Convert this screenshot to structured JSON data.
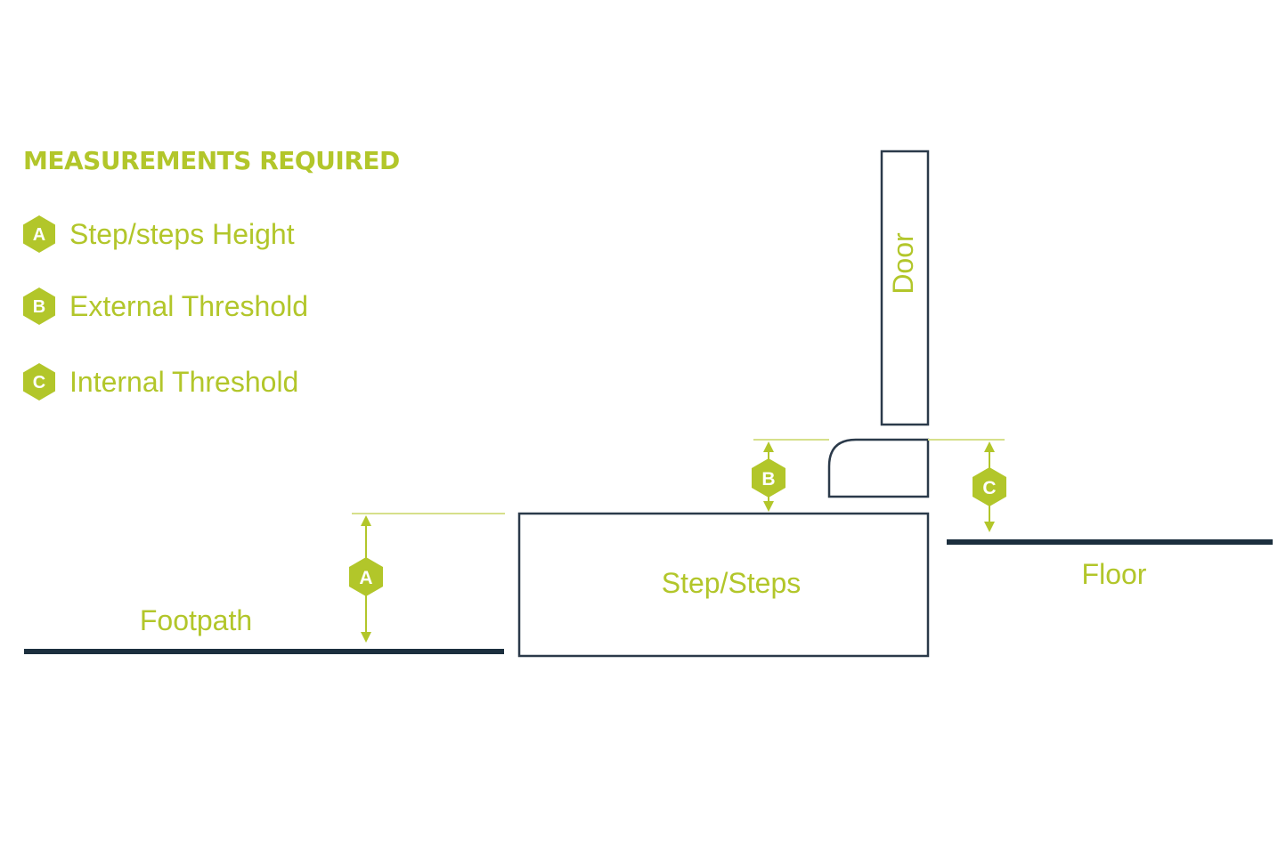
{
  "legend": {
    "title": "MEASUREMENTS REQUIRED",
    "items": [
      {
        "badge": "A",
        "label": "Step/steps Height"
      },
      {
        "badge": "B",
        "label": "External Threshold"
      },
      {
        "badge": "C",
        "label": "Internal Threshold"
      }
    ]
  },
  "diagram": {
    "door": "Door",
    "step": "Step/Steps",
    "floor": "Floor",
    "footpath": "Footpath",
    "markers": {
      "a": "A",
      "b": "B",
      "c": "C"
    }
  },
  "colors": {
    "accent": "#b2c62a",
    "outline": "#2b3a4a",
    "ground": "#1c2f3e",
    "guide": "#d6e08a"
  }
}
